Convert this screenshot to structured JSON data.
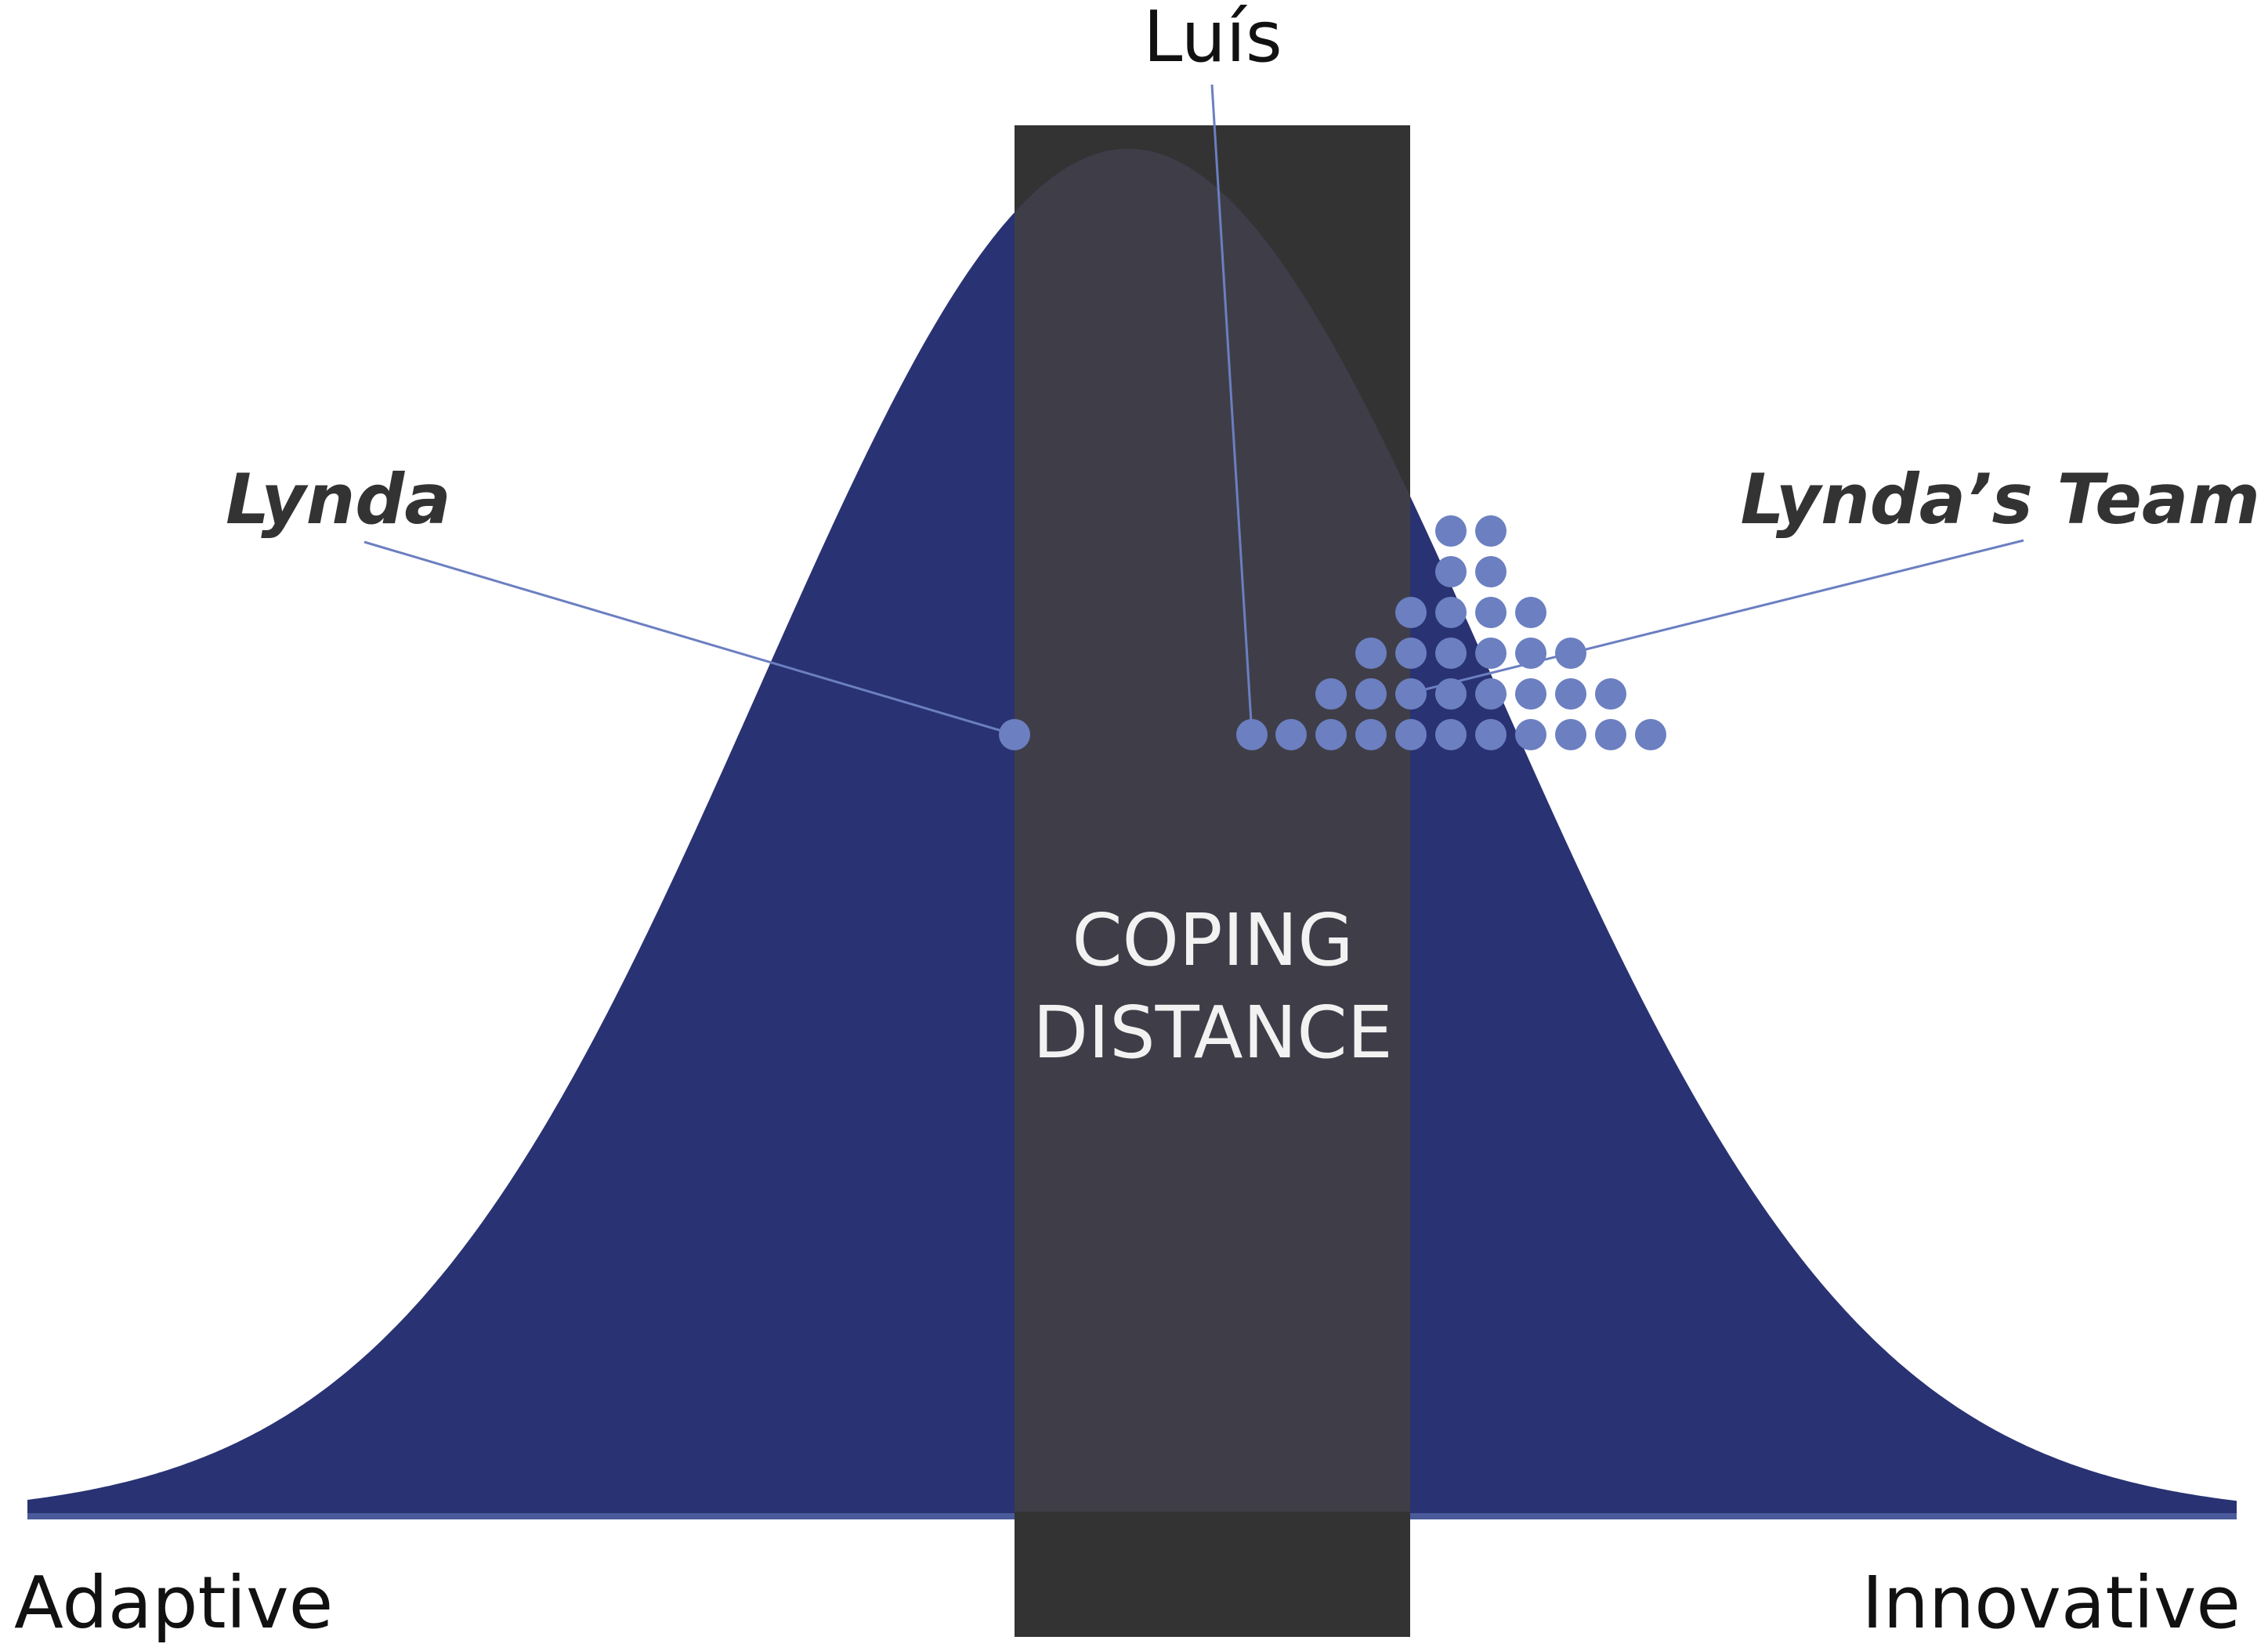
{
  "labels": {
    "luis": "Luís",
    "lynda": "Lynda",
    "lyndas_team": "Lynda’s Team",
    "coping_line1": "COPING",
    "coping_line2": "DISTANCE",
    "axis_left": "Adaptive",
    "axis_right": "Innovative"
  },
  "colors": {
    "curve_fill": "#293272",
    "band_dark": "#333333",
    "band_overlay": "#3f3e48",
    "dots": "#6b7fc1",
    "leader_lines": "#6b7fc1",
    "baseline": "#4a5a9a"
  },
  "team_dots": {
    "columns": [
      1,
      2,
      3,
      4,
      6,
      6,
      4,
      3,
      2,
      1
    ],
    "count": 32
  }
}
